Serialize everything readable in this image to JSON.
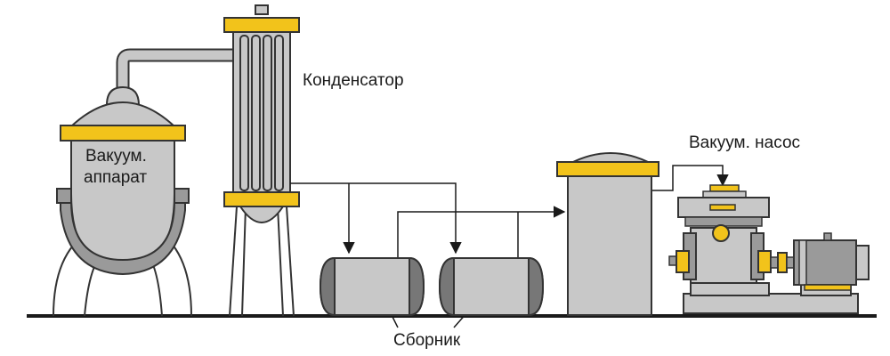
{
  "labels": {
    "vacuum_apparatus_line1": "Вакуум.",
    "vacuum_apparatus_line2": "аппарат",
    "condenser": "Конденсатор",
    "vacuum_pump": "Вакуум. насос",
    "collector": "Сборник"
  },
  "colors": {
    "equipment_fill": "#c8c8c8",
    "equipment_dark": "#9a9a9a",
    "equipment_stroke": "#333333",
    "accent": "#f2c31b",
    "line": "#1a1a1a"
  },
  "icons": {
    "flow_arrow": "arrow-head"
  }
}
